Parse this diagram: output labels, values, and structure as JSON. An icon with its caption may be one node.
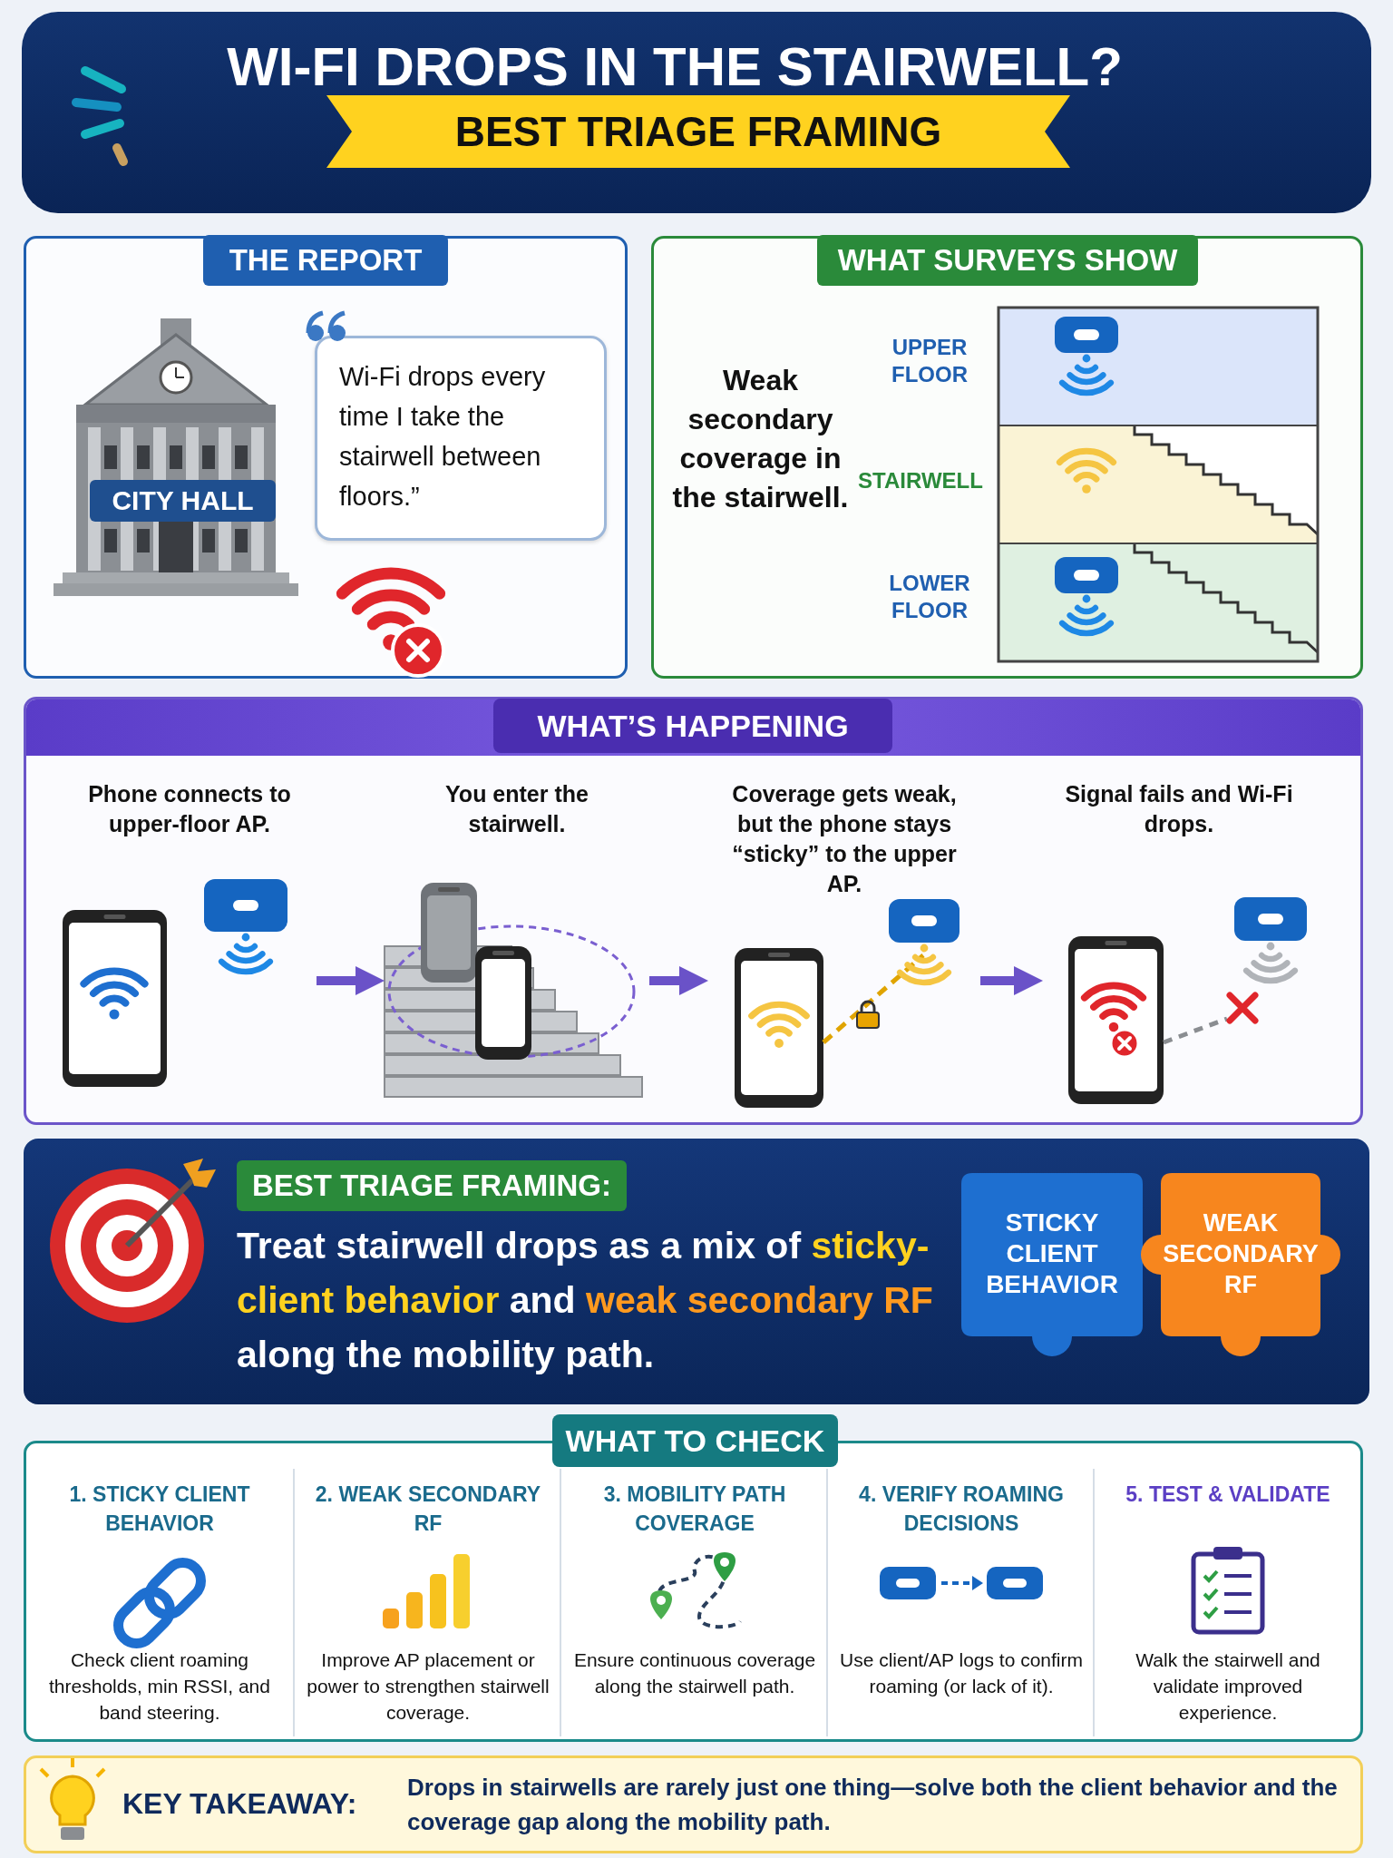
{
  "diagram": {
    "title": "WI-FI DROPS IN THE STAIRWELL?",
    "nodes": [
      {
        "text": [
          "THE REPORT"
        ]
      },
      {
        "text": [
          "CITY HALL"
        ],
        "in": 0
      },
      {
        "text": [
          "Wi-Fi drops every time I take the stairwell between floors.”"
        ],
        "in": 0
      },
      {
        "text": [
          "WHAT SURVEYS SHOW",
          "Weak secondary coverage in the stairwell."
        ]
      },
      {
        "text": [
          "WHAT’S HAPPENING"
        ]
      },
      {
        "text": [
          "Phone connects to upper-floor AP."
        ],
        "in": 4
      },
      {
        "text": [
          "You enter the stairwell."
        ],
        "in": 4
      },
      {
        "text": [
          "Coverage gets weak, but the phone stays “sticky” to the upper AP."
        ],
        "in": 4
      },
      {
        "text": [
          "Signal fails and Wi-Fi drops."
        ],
        "in": 4
      },
      {
        "text": [
          "BEST TRIAGE FRAMING:",
          "Treat stairwell drops as a mix of **sticky-client behavior** and **weak secondary RF** along the mobility path."
        ]
      },
      {
        "text": [
          "STICKY CLIENT BEHAVIOR"
        ],
        "in": 9
      },
      {
        "text": [
          "WEAK SECONDARY RF"
        ],
        "in": 9
      },
      {
        "text": [
          "WHAT TO CHECK"
        ]
      },
      {
        "text": [
          "1. STICKY CLIENT BEHAVIOR",
          "Check client roaming thresholds, min RSSI, and band steering."
        ],
        "in": 12
      },
      {
        "text": [
          "2. WEAK SECONDARY RF",
          "Improve AP placement or power to strengthen stairwell coverage."
        ],
        "in": 12
      },
      {
        "text": [
          "3. MOBILITY PATH COVERAGE",
          "Ensure continuous coverage along the stairwell path."
        ],
        "in": 12
      },
      {
        "text": [
          "4. VERIFY ROAMING DECISIONS",
          "Use client/AP logs to confirm roaming (or lack of it)."
        ],
        "in": 12
      },
      {
        "text": [
          "5. TEST & VALIDATE",
          "Walk the stairwell and validate improved experience."
        ],
        "in": 12
      },
      {
        "text": [
          "KEY TAKEAWAY:",
          "Drops in stairwells are rarely just one thing—solve both the client behavior and the coverage gap along the mobility path."
        ]
      }
    ],
    "edges": [
      {
        "from": 5,
        "to": 6,
        "arrow": "to"
      },
      {
        "from": 6,
        "to": 7,
        "arrow": "to"
      },
      {
        "from": 7,
        "to": 8,
        "arrow": "to"
      }
    ],
    "labels": [
      "BEST TRIAGE FRAMING",
      "UPPER FLOOR",
      "STAIRWELL",
      "LOWER FLOOR"
    ]
  }
}
